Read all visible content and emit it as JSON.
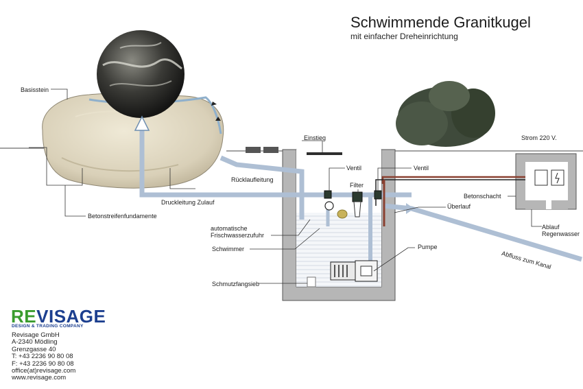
{
  "header": {
    "title": "Schwimmende Granitkugel",
    "subtitle": "mit einfacher Dreheinrichtung"
  },
  "labels": {
    "basisstein": "Basisstein",
    "betonstreifenfundamente": "Betonstreifenfundamente",
    "druckleitung_zulauf": "Druckleitung Zulauf",
    "ruecklaufleitung": "Rücklaufleitung",
    "einstieg": "Einstieg",
    "ventil_1": "Ventil",
    "ventil_2": "Ventil",
    "filter": "Filter",
    "ueberlauf": "Überlauf",
    "automatische_frischwasserzufuhr": "automatische\nFrischwasserzufuhr",
    "schwimmer": "Schwimmer",
    "pumpe": "Pumpe",
    "schmutzfangsieb": "Schmutzfangsieb",
    "strom": "Strom  220 V.",
    "betonschacht": "Betonschacht",
    "ablauf_regenwasser": "Ablauf\nRegenwasser",
    "abfluss_zum_kanal": "Abfluss zum Kanal"
  },
  "company": {
    "logo_re": "RE",
    "logo_visage": "VISAGE",
    "tagline": "DESIGN & TRADING COMPANY",
    "lines": [
      "Revisage GmbH",
      "A-2340 Mödling",
      "Grenzgasse 40",
      "T: +43 2236 90 80 08",
      "F: +43 2236 90 80 08",
      "office(at)revisage.com",
      "www.revisage.com"
    ]
  },
  "colors": {
    "pipe": "#aebfd4",
    "concrete": "#b6b6b6",
    "stone": "#ddd5be",
    "sphere": "#3a3a36",
    "bush": "#3f4a3b",
    "logo_green": "#3a9c2e",
    "logo_blue": "#1c3f8f",
    "power_cable": "#8a4030"
  }
}
